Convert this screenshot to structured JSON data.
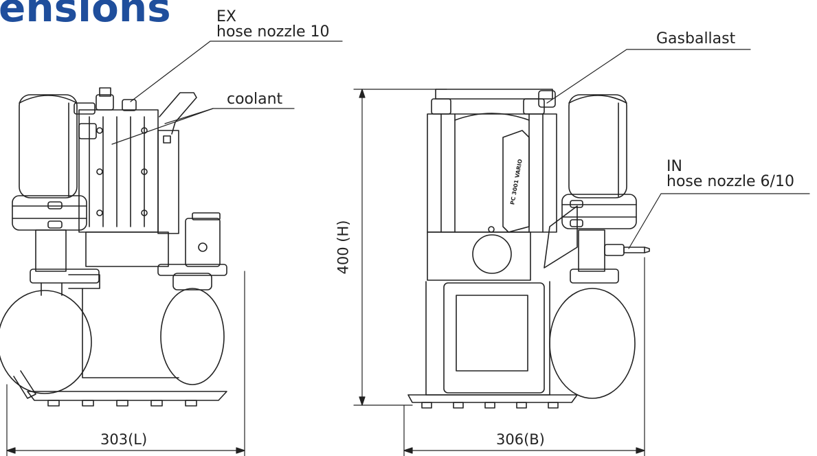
{
  "heading": "ensions",
  "labels": {
    "ex_line1": "EX",
    "ex_line2": "hose nozzle 10",
    "coolant": "coolant",
    "gasballast": "Gasballast",
    "in_line1": "IN",
    "in_line2": "hose nozzle 6/10"
  },
  "dimensions": {
    "length": "303(L)",
    "width": "306(B)",
    "height": "400 (H)"
  },
  "panel_text": "PC 3001 VARIO",
  "colors": {
    "heading": "#1f4e9c",
    "line": "#222222"
  }
}
